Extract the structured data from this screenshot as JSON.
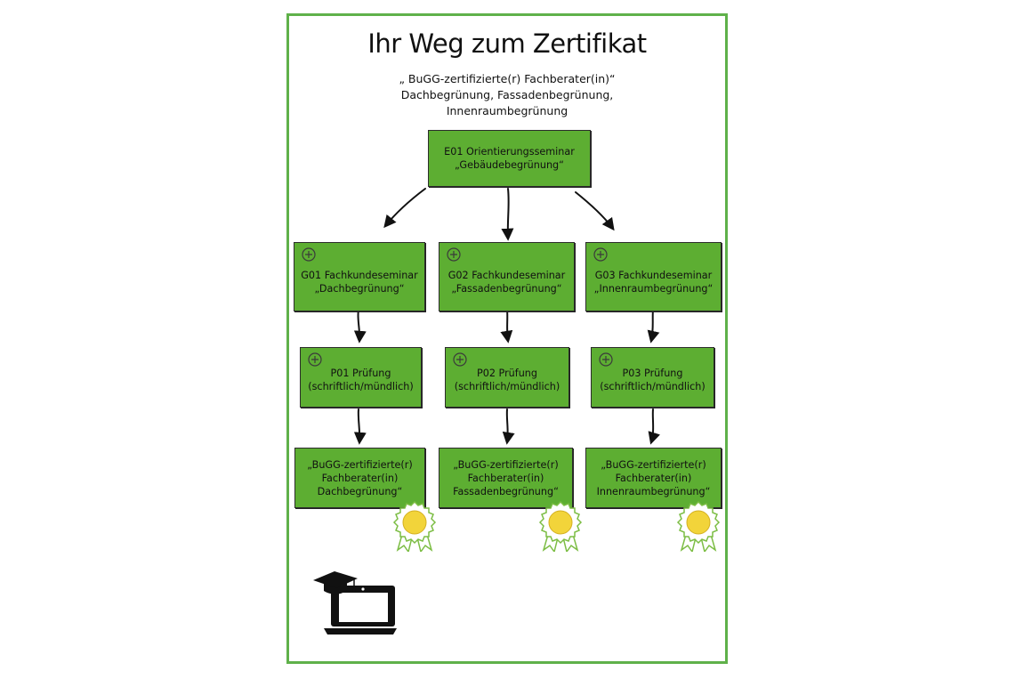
{
  "title": "Ihr Weg zum Zertifikat",
  "subtitle": {
    "line1": "„ BuGG-zertifizierte(r) Fachberater(in)“",
    "line2": "Dachbegrünung, Fassadenbegrünung,",
    "line3": "Innenraumbegrünung"
  },
  "colors": {
    "box": "#5dae32",
    "frame": "#5fb14a",
    "badge_center": "#f2d43a"
  },
  "orientation": {
    "text": "E01 Orientierungsseminar\n„Gebäudebegrünung“"
  },
  "columns": [
    {
      "seminar": "G01 Fachkundeseminar\n„Dachbegrünung“",
      "exam": "P01 Prüfung\n(schriftlich/mündlich)",
      "certificate": "„BuGG-zertifizierte(r)\nFachberater(in)\nDachbegrünung“"
    },
    {
      "seminar": "G02 Fachkundeseminar\n„Fassadenbegrünung“",
      "exam": "P02 Prüfung\n(schriftlich/mündlich)",
      "certificate": "„BuGG-zertifizierte(r)\nFachberater(in)\nFassadenbegrünung“"
    },
    {
      "seminar": "G03 Fachkundeseminar\n„Innenraumbegrünung“",
      "exam": "P03 Prüfung\n(schriftlich/mündlich)",
      "certificate": "„BuGG-zertifizierte(r)\nFachberater(in)\nInnenraumbegrünung“"
    }
  ],
  "icons": {
    "plus": "plus-circle-icon",
    "badge": "award-rosette-icon",
    "laptop": "laptop-graduation-cap-icon"
  }
}
